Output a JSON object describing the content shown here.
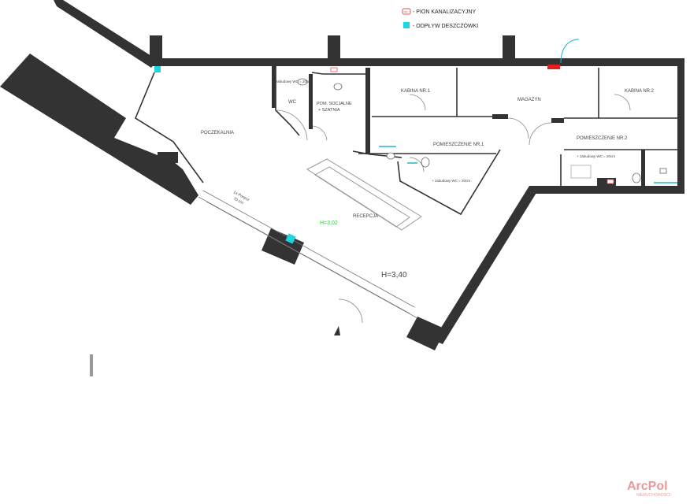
{
  "legend": {
    "pion_label": "- PION KANALIZACYJNY",
    "odplyw_label": "- ODPŁYW DESZCZÓWKI",
    "pion_symbol": "PK",
    "colors": {
      "pion": "#e05050",
      "odplyw": "#1fd6e0",
      "wall": "#333333",
      "accent_green": "#22cc33",
      "accent_red": "#e02020",
      "accent_cyan": "#1fb8c8"
    }
  },
  "rooms": {
    "poczekalnia": "POCZEKALNIA",
    "wc": "WC",
    "pom_socjalne_1": "POM. SOCJALNE",
    "pom_socjalne_2": "+ SZATNIA",
    "kabina1": "KABINA NR.1",
    "kabina2": "KABINA NR.2",
    "magazyn": "MAGAZYN",
    "pomieszczenie1": "POMIESZCZENIE NR.1",
    "pomieszczenie2": "POMIESZCZENIE NR.2",
    "recepcja": "RECEPCJA",
    "height_inner": "H=3,02",
    "height_main": "H=3,40",
    "wc_note_1": "+ zabudowy WC = 20cm",
    "wc_note_2": "+ zabudowy WC = 20cm",
    "wc_note_3": "+ zabudowy WC = 20cm",
    "posadzka_1": "1x Poręcz",
    "posadzka_2": "70 cm"
  },
  "brand": {
    "name": "ArcPol",
    "tagline": "NIERUCHOMOŚCI"
  }
}
